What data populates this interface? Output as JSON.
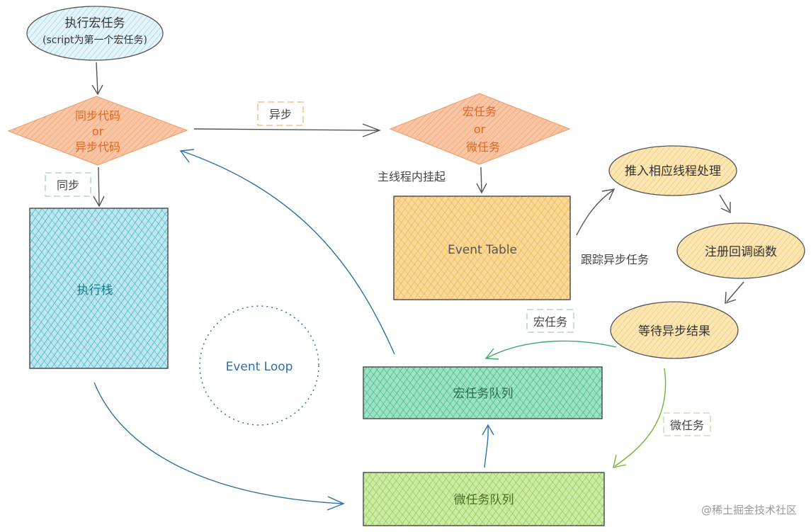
{
  "nodes": {
    "start": {
      "line1": "执行宏任务",
      "line2": "(script为第一个宏任务)",
      "fill": "#a9dbe8",
      "text_color": "#333333"
    },
    "sync_or_async": {
      "line1": "同步代码",
      "line2": "or",
      "line3": "异步代码",
      "fill": "#f7b48c",
      "text_color": "#e0651f"
    },
    "macro_or_micro": {
      "line1": "宏任务",
      "line2": "or",
      "line3": "微任务",
      "fill": "#f7b48c",
      "text_color": "#e0651f"
    },
    "call_stack": {
      "label": "执行栈",
      "fill": "#58c4d3",
      "text_color": "#1a7f8c"
    },
    "event_table": {
      "label": "Event Table",
      "fill": "#f9c871",
      "text_color": "#555555"
    },
    "push_thread": {
      "label": "推入相应线程处理",
      "fill": "#f9d88a"
    },
    "register_callback": {
      "label": "注册回调函数",
      "fill": "#f9d88a"
    },
    "wait_result": {
      "label": "等待异步结果",
      "fill": "#f9d88a"
    },
    "event_loop": {
      "label": "Event Loop",
      "text_color": "#2f6fa8"
    },
    "macro_queue": {
      "label": "宏任务队列",
      "fill": "#5fd1a6"
    },
    "micro_queue": {
      "label": "微任务队列",
      "fill": "#a9db6a"
    }
  },
  "edge_labels": {
    "async": "异步",
    "sync": "同步",
    "suspend_main": "主线程内挂起",
    "track_async": "跟踪异步任务",
    "macro_task": "宏任务",
    "micro_task": "微任务"
  },
  "colors": {
    "arrow_dark": "#555555",
    "arrow_blue": "#2e6fa7",
    "arrow_green": "#3aa873",
    "arrow_lime": "#6fb72e",
    "tag_border_orange": "#f2b47a",
    "tag_border_green": "#9fd3b8",
    "tag_border_lime": "#bcdca0"
  },
  "watermark": "@稀土掘金技术社区"
}
